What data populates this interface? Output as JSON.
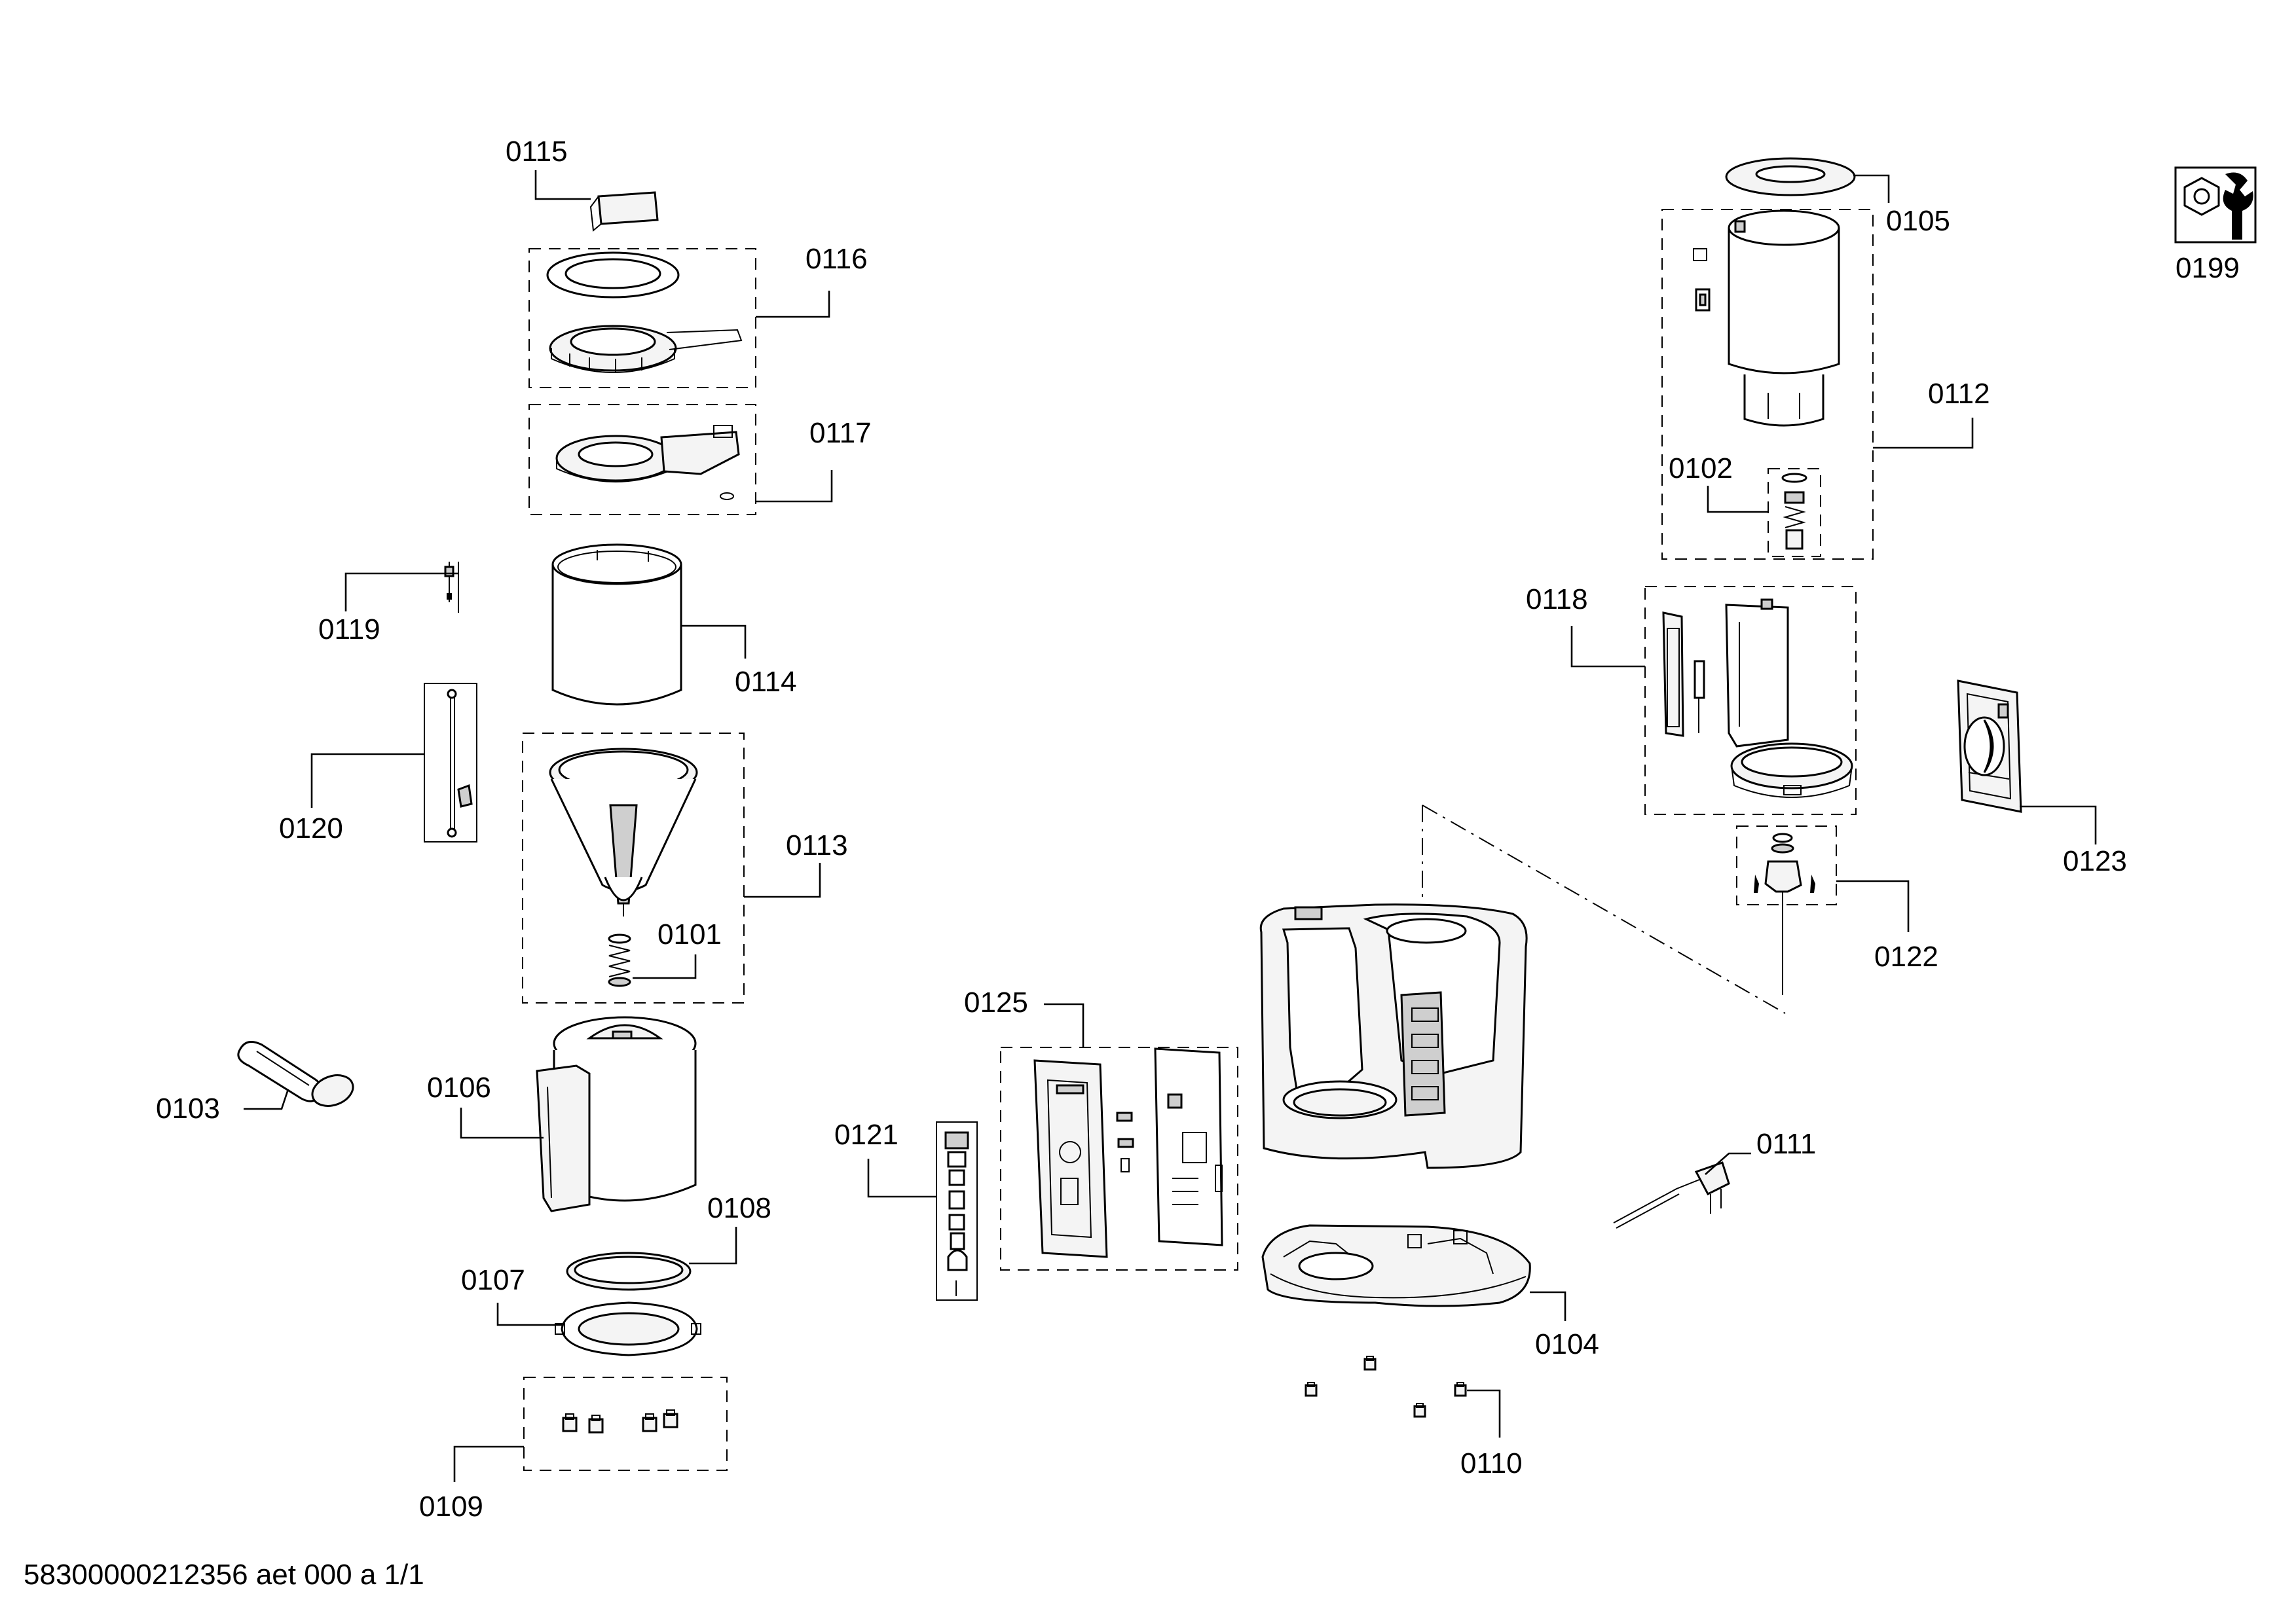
{
  "diagram": {
    "parts": [
      {
        "id": "0101",
        "label": "0101"
      },
      {
        "id": "0102",
        "label": "0102"
      },
      {
        "id": "0103",
        "label": "0103"
      },
      {
        "id": "0104",
        "label": "0104"
      },
      {
        "id": "0105",
        "label": "0105"
      },
      {
        "id": "0106",
        "label": "0106"
      },
      {
        "id": "0107",
        "label": "0107"
      },
      {
        "id": "0108",
        "label": "0108"
      },
      {
        "id": "0109",
        "label": "0109"
      },
      {
        "id": "0110",
        "label": "0110"
      },
      {
        "id": "0111",
        "label": "0111"
      },
      {
        "id": "0112",
        "label": "0112"
      },
      {
        "id": "0113",
        "label": "0113"
      },
      {
        "id": "0114",
        "label": "0114"
      },
      {
        "id": "0115",
        "label": "0115"
      },
      {
        "id": "0116",
        "label": "0116"
      },
      {
        "id": "0117",
        "label": "0117"
      },
      {
        "id": "0118",
        "label": "0118"
      },
      {
        "id": "0119",
        "label": "0119"
      },
      {
        "id": "0120",
        "label": "0120"
      },
      {
        "id": "0121",
        "label": "0121"
      },
      {
        "id": "0122",
        "label": "0122"
      },
      {
        "id": "0123",
        "label": "0123"
      },
      {
        "id": "0125",
        "label": "0125"
      },
      {
        "id": "0199",
        "label": "0199"
      }
    ],
    "service_icon": "wrench-nut-icon",
    "footer": "58300000212356 aet 000 a 1/1"
  },
  "colors": {
    "line": "#000000",
    "background": "#ffffff",
    "shade": "#cfcfcf"
  }
}
